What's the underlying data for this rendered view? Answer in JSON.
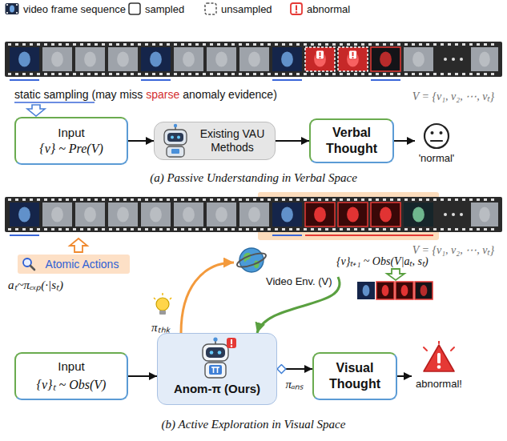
{
  "diagram": {
    "nodes": [
      {
        "text": [
          "Input",
          "{v} ~ Pre(V)"
        ]
      },
      {
        "text": [
          "Existing VAU Methods"
        ]
      },
      {
        "text": [
          "Verbal Thought"
        ]
      },
      {
        "text": [
          "'normal'"
        ]
      },
      {
        "text": [
          "Atomic Actions"
        ]
      },
      {
        "text": [
          "Video Env. (V)"
        ]
      },
      {
        "text": [
          "Input",
          "{v}ₜ ~ Obs(V)"
        ]
      },
      {
        "text": [
          "Anom-π (Ours)"
        ]
      },
      {
        "text": [
          "Visual Thought"
        ]
      },
      {
        "text": [
          "abnormal!"
        ]
      }
    ],
    "edges": [
      {
        "from": 0,
        "to": 1,
        "arrow": "to"
      },
      {
        "from": 1,
        "to": 2,
        "arrow": "to"
      },
      {
        "from": 2,
        "to": 3,
        "arrow": "to"
      },
      {
        "from": 7,
        "to": 5,
        "arrow": "to"
      },
      {
        "from": 5,
        "to": 7,
        "arrow": "to"
      },
      {
        "from": 6,
        "to": 7,
        "arrow": "to"
      },
      {
        "from": 7,
        "to": 8,
        "label": "πₐₙₛ",
        "arrow": "to"
      },
      {
        "from": 8,
        "to": 9,
        "arrow": "to"
      }
    ],
    "labels": [
      "static sampling (may miss",
      "sparse",
      "anomaly evidence)",
      "V = {v₁, v₂, ⋯, vₜ}",
      "(a) Passive Understanding in Verbal Space",
      "aₜ~πₑₓₚ(·|sₜ)",
      "πₜₕₖ",
      "{v}ₜ₊₁ ~ Obs(V|aₜ, sₜ)",
      "V = {v₁, v₂, ⋯, vₜ}",
      "(b) Active Exploration in Visual Space"
    ],
    "legend": [
      {
        "text": "video frame sequence"
      },
      {
        "text": "sampled"
      },
      {
        "text": "unsampled"
      },
      {
        "text": "abnormal"
      }
    ]
  }
}
